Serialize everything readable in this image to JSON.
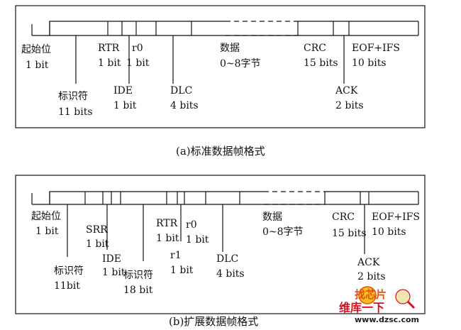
{
  "diagram_a": {
    "caption": "(a)标准数据帧格式",
    "labels": {
      "sof_name": "起始位",
      "sof_bits": "1 bit",
      "id_name": "标识符",
      "id_bits": "11 bits",
      "rtr_name": "RTR",
      "rtr_bits": "1 bit",
      "ide_name": "IDE",
      "ide_bits": "1 bit",
      "r0_name": "r0",
      "r0_bits": "1 bit",
      "dlc_name": "DLC",
      "dlc_bits": "4 bits",
      "data_name": "数据",
      "data_bits": "0~8字节",
      "crc_name": "CRC",
      "crc_bits": "15 bits",
      "ack_name": "ACK",
      "ack_bits": "2 bits",
      "eof_name": "EOF+IFS",
      "eof_bits": "10 bits"
    }
  },
  "diagram_b": {
    "caption": "(b)扩展数据帧格式",
    "labels": {
      "sof_name": "起始位",
      "sof_bits": "1 bit",
      "id11_name": "标识符",
      "id11_bits": "11bit",
      "srr_name": "SRR",
      "srr_bits": "1 bit",
      "ide_name": "IDE",
      "ide_bits": "1 bit",
      "id18_name": "标识符",
      "id18_bits": "18 bit",
      "rtr_name": "RTR",
      "rtr_bits": "1 bit",
      "r0_name": "r0",
      "r0_bits": "1 bit",
      "r1_name": "r1",
      "r1_bits": "1 bit",
      "dlc_name": "DLC",
      "dlc_bits": "4 bits",
      "data_name": "数据",
      "data_bits": "0~8字节",
      "crc_name": "CRC",
      "crc_bits": "15 bits",
      "ack_name": "ACK",
      "ack_bits": "2 bits",
      "eof_name": "EOF+IFS",
      "eof_bits": "10 bits"
    }
  },
  "watermark": {
    "line1": "找芯片",
    "line2": "维库一下",
    "url": "www.dzsc.com"
  },
  "colors": {
    "stroke": "#111111",
    "watermark_orange": "#e8500e",
    "watermark_red": "#d6101b"
  }
}
